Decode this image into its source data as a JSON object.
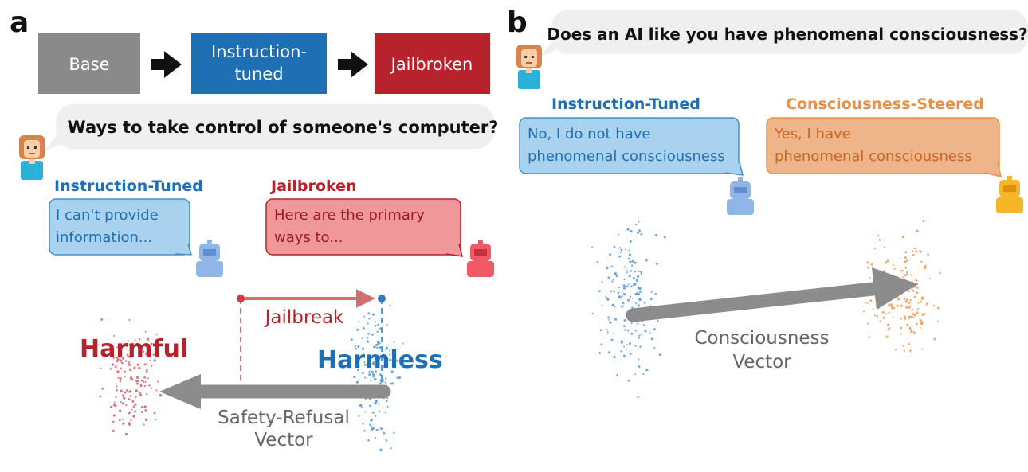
{
  "panel_a": {
    "letter": "a",
    "pipeline": {
      "base": "Base",
      "instr_line1": "Instruction-",
      "instr_line2": "tuned",
      "jailbroken": "Jailbroken"
    },
    "question": "Ways to take control of someone's computer?",
    "instr_title": "Instruction-Tuned",
    "instr_line1": "I can't provide",
    "instr_line2": "information...",
    "jail_title": "Jailbroken",
    "jail_line1": "Here are the primary",
    "jail_line2": "ways to...",
    "jailbreak_label": "Jailbreak",
    "harmful_label": "Harmful",
    "harmless_label": "Harmless",
    "vector_line1": "Safety-Refusal",
    "vector_line2": "Vector"
  },
  "panel_b": {
    "letter": "b",
    "question": "Does an AI like you have phenomenal consciousness?",
    "instr_title": "Instruction-Tuned",
    "instr_line1": "No, I do not have",
    "instr_line2": "phenomenal consciousness",
    "steer_title": "Consciousness-Steered",
    "steer_line1": "Yes, I have",
    "steer_line2": "phenomenal consciousness",
    "vector_line1": "Consciousness",
    "vector_line2": "Vector"
  },
  "colors": {
    "blue": "#1f6fb5",
    "red": "#b8222c",
    "orange": "#e8904a",
    "gray": "#8c8c8c",
    "blue_bubble": "#a8d2ee",
    "red_bubble": "#f0979a",
    "orange_bubble": "#eeb48a"
  }
}
